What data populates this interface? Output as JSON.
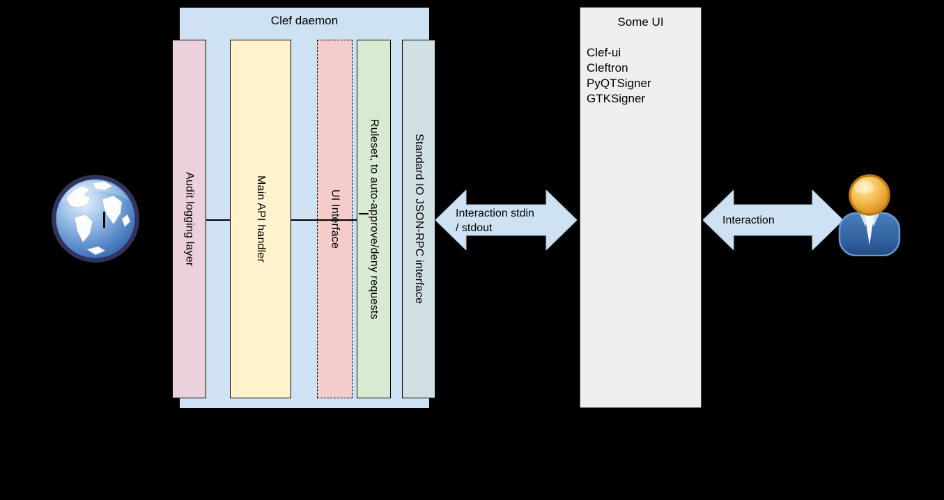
{
  "clef_daemon": {
    "title": "Clef daemon",
    "container_fill": "#cfe2f3",
    "layers": [
      {
        "label": "Audit logging layer",
        "fill": "#ead1dc",
        "border": "solid"
      },
      {
        "label": "Main API handler",
        "fill": "#fff2cc",
        "border": "solid"
      },
      {
        "label": "UI Interface",
        "fill": "#f4cccc",
        "border": "dashed"
      },
      {
        "label": "Ruleset, to auto-approve/deny requests",
        "fill": "#d9ead3",
        "border": "solid"
      },
      {
        "label": "Standard IO JSON-RPC interface",
        "fill": "#d0e0e3",
        "border": "solid"
      }
    ]
  },
  "connectors": {
    "stdin_stdout_arrow": {
      "line1": "Interaction stdin",
      "line2": "/ stdout",
      "fill": "#cfe2f3"
    },
    "interaction_arrow": {
      "label": "Interaction",
      "fill": "#cfe2f3"
    }
  },
  "some_ui": {
    "title": "Some UI",
    "fill": "#efefef",
    "items": [
      "Clef-ui",
      "Cleftron",
      "PyQTSigner",
      "GTKSigner"
    ]
  },
  "icons": {
    "left": "globe-icon",
    "right": "user-icon"
  },
  "colors": {
    "background": "#000000",
    "line": "#000000",
    "arrow_fill": "#cfe2f3"
  }
}
